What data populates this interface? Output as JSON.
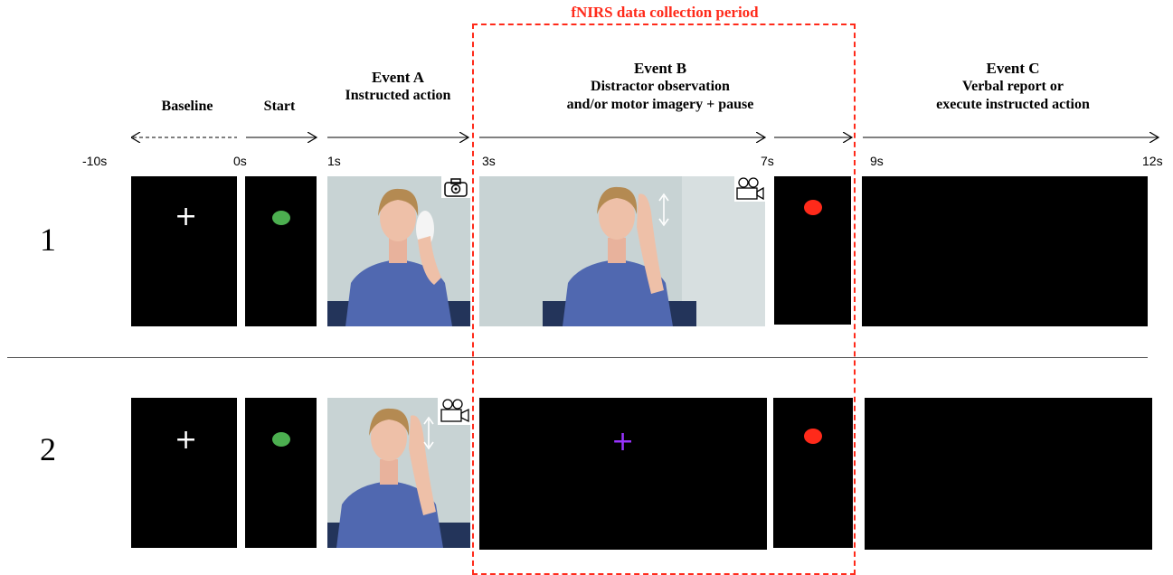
{
  "header": {
    "fnirs_label": "fNIRS data collection period"
  },
  "phases": {
    "baseline": "Baseline",
    "start": "Start",
    "event_a": {
      "title": "Event A",
      "subtitle": "Instructed action"
    },
    "event_b": {
      "title": "Event B",
      "subtitle_1": "Distractor observation",
      "subtitle_2": "and/or motor imagery + pause"
    },
    "event_c": {
      "title": "Event C",
      "subtitle_1": "Verbal report or",
      "subtitle_2": "execute instructed action"
    }
  },
  "times": [
    "-10s",
    "0s",
    "1s",
    "3s",
    "7s",
    "9s",
    "12s"
  ],
  "rows": [
    {
      "number": "1",
      "event_a_icon": "camera-icon",
      "event_b_icon": "video-camera-icon",
      "event_b": "photo-arm-raise",
      "cross_color": "#ffffff"
    },
    {
      "number": "2",
      "event_a_icon": "video-camera-icon",
      "event_b": "fixation-cross",
      "cross_color": "#9933ff"
    }
  ],
  "colors": {
    "fnirs_box": "#ff2a1a",
    "go_dot": "#4caf50",
    "stop_dot": "#ff2a1a",
    "purple_cross": "#9933ff"
  }
}
